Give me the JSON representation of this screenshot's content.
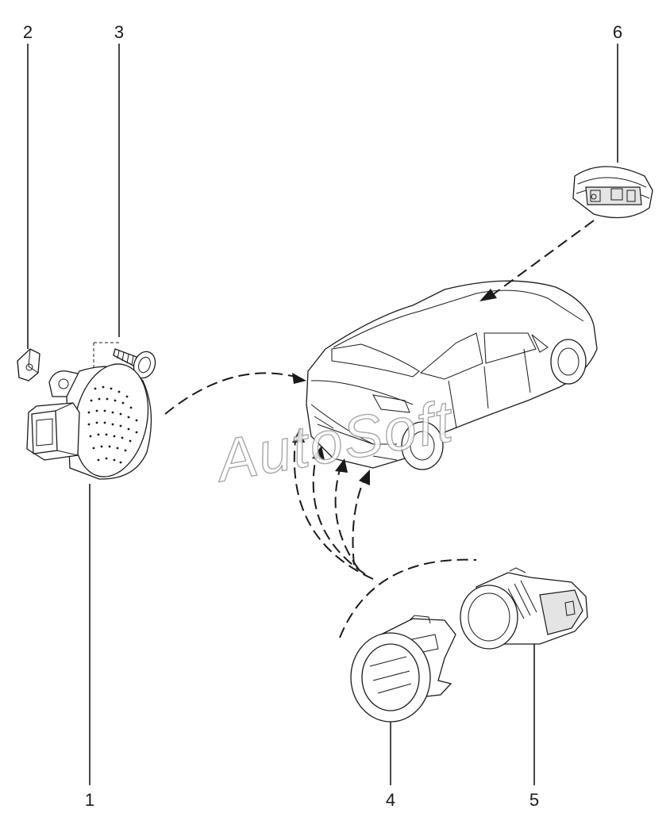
{
  "callouts": [
    {
      "id": "1",
      "label": "1"
    },
    {
      "id": "2",
      "label": "2"
    },
    {
      "id": "3",
      "label": "3"
    },
    {
      "id": "4",
      "label": "4"
    },
    {
      "id": "5",
      "label": "5"
    },
    {
      "id": "6",
      "label": "6"
    }
  ],
  "watermark": {
    "text": "AutoSoft"
  },
  "parts": {
    "buzzer": "parking-buzzer",
    "clip": "mounting-clip",
    "screw": "mounting-screw",
    "sensor_bracket": "sensor-bracket",
    "sensor": "parking-sensor",
    "control_unit": "control-unit"
  }
}
